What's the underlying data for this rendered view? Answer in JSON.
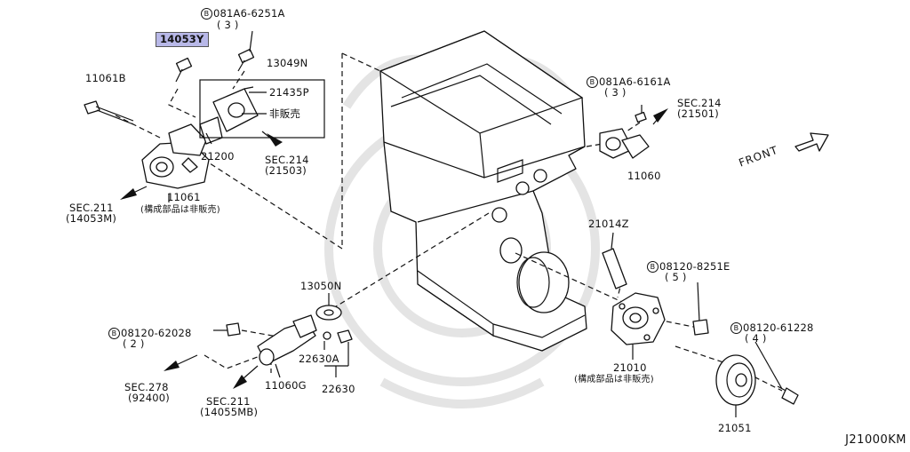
{
  "labels": {
    "p14053y": "14053Y",
    "p081a6_6251a": "081A6-6251A",
    "p081a6_6251a_qty": "( 3 )",
    "p11061b": "11061B",
    "p13049n": "13049N",
    "p21435p": "21435P",
    "hihanbai": "非販売",
    "p21200": "21200",
    "sec214_a": "SEC.214",
    "sec214_a_ref": "(21503)",
    "p11061": "11061",
    "p11061_note": "(構成部品は非販売)",
    "sec211_a": "SEC.211",
    "sec211_a_ref": "(14053M)",
    "p081a6_6161a": "081A6-6161A",
    "p081a6_6161a_qty": "( 3 )",
    "sec214_b": "SEC.214",
    "sec214_b_ref": "(21501)",
    "p11060": "11060",
    "front": "FRONT",
    "p21014z": "21014Z",
    "p08120_8251e": "08120-8251E",
    "p08120_8251e_qty": "( 5 )",
    "p13050n": "13050N",
    "p08120_62028": "08120-62028",
    "p08120_62028_qty": "( 2 )",
    "p08120_61228": "08120-61228",
    "p08120_61228_qty": "( 4 )",
    "p22630a": "22630A",
    "p22630": "22630",
    "p11060g": "11060G",
    "p21010": "21010",
    "p21010_note": "(構成部品は非販売)",
    "sec278": "SEC.278",
    "sec278_ref": "(92400)",
    "sec211_b": "SEC.211",
    "sec211_b_ref": "(14055MB)",
    "p21051": "21051",
    "bolt_marker": "B",
    "diagram_code": "J21000KM"
  },
  "colors": {
    "highlight": "#b8b8e8",
    "line": "#111111",
    "watermark": "#e4e4e4"
  }
}
